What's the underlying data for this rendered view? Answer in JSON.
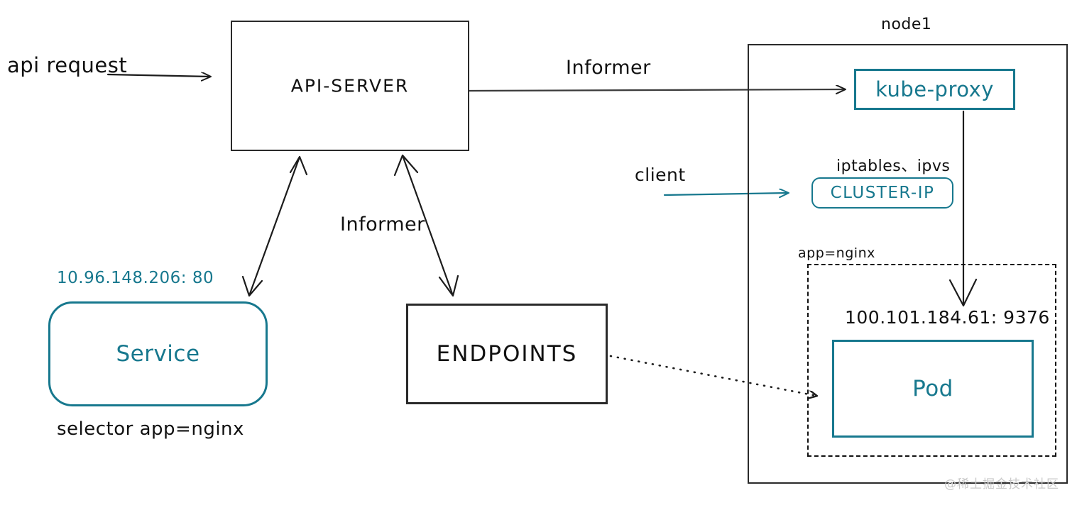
{
  "diagram": {
    "title": "Kubernetes Service / kube-proxy data flow",
    "colors": {
      "teal": "#17788e",
      "ink": "#111111",
      "box_stroke": "#2a2a2a",
      "watermark": "#c9c9c9"
    },
    "nodes": {
      "api_server": {
        "label": "API-SERVER"
      },
      "service": {
        "label": "Service"
      },
      "service_ip": {
        "label": "10.96.148.206: 80"
      },
      "service_selector": {
        "label": "selector app=nginx"
      },
      "endpoints": {
        "label": "ENDPOINTS"
      },
      "node1": {
        "label": "node1"
      },
      "kube_proxy": {
        "label": "kube-proxy"
      },
      "proxy_modes": {
        "label": "iptables、ipvs"
      },
      "cluster_ip": {
        "label": "CLUSTER-IP"
      },
      "pod_group": {
        "label": "app=nginx"
      },
      "pod_ip": {
        "label": "100.101.184.61: 9376"
      },
      "pod": {
        "label": "Pod"
      }
    },
    "edge_labels": {
      "api_request": "api request",
      "informer_top": "Informer",
      "informer_bottom": "Informer",
      "client": "client"
    },
    "watermark": {
      "label": "@稀土掘金技术社区"
    }
  }
}
